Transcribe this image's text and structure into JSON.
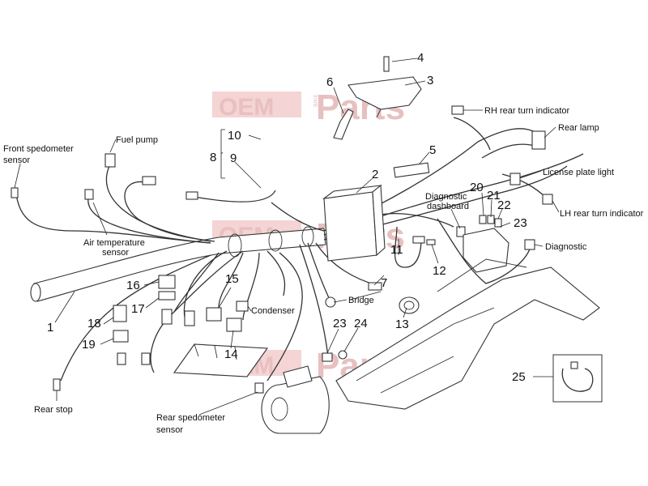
{
  "watermark": {
    "brand": "OEM",
    "small": "BIKE",
    "suffix": "Parts"
  },
  "labels": {
    "front_speedometer_sensor": [
      "Front spedometer",
      "sensor"
    ],
    "fuel_pump": "Fuel pump",
    "air_temperature_sensor": [
      "Air temperature",
      "sensor"
    ],
    "rear_stop": "Rear stop",
    "rear_speedometer_sensor": [
      "Rear spedometer",
      "sensor"
    ],
    "condenser": "Condenser",
    "bridge": "Bridge",
    "rh_rear_turn_indicator": "RH rear turn indicator",
    "rear_lamp": "Rear lamp",
    "license_plate_light": "License plate light",
    "lh_rear_turn_indicator": "LH rear turn indicator",
    "diagnostic_dashboard": [
      "Diagnostic",
      "dashboard"
    ],
    "diagnostic": "Diagnostic"
  },
  "callouts": {
    "n1": "1",
    "n2": "2",
    "n3": "3",
    "n4": "4",
    "n5": "5",
    "n6": "6",
    "n7": "7",
    "n8": "8",
    "n9": "9",
    "n10": "10",
    "n11": "11",
    "n12": "12",
    "n13": "13",
    "n14": "14",
    "n15": "15",
    "n16": "16",
    "n17": "17",
    "n18": "18",
    "n19": "19",
    "n20": "20",
    "n21": "21",
    "n22": "22",
    "n23a": "23",
    "n23b": "23",
    "n24": "24",
    "n25": "25"
  }
}
